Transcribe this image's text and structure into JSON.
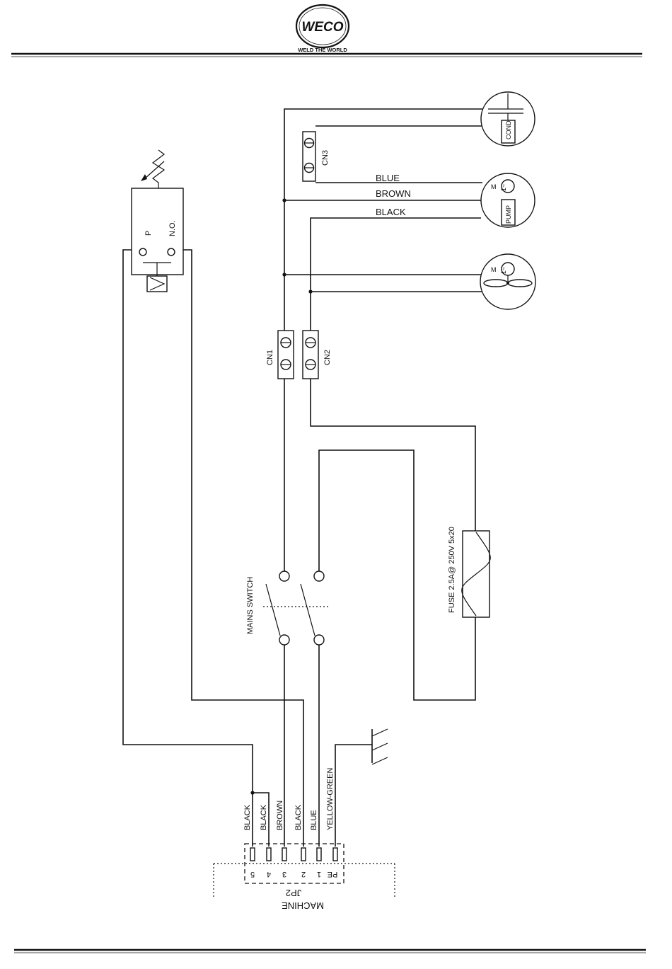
{
  "header": {
    "logo_text": "WECO",
    "tagline": "WELD THE WORLD"
  },
  "components": {
    "condenser_label": "COND",
    "pump_label": "PUMP",
    "motor_symbol": "M",
    "motor_phase_symbol": "1~",
    "cn3_label": "CN3",
    "cn1_label": "CN1",
    "cn2_label": "CN2",
    "pressure_switch_p": "P",
    "pressure_switch_no": "N.O.",
    "mains_switch_label": "MAINS SWITCH",
    "fuse_label": "FUSE 2.5A@ 250V 5x20"
  },
  "wires": {
    "blue": "BLUE",
    "brown": "BROWN",
    "black": "BLACK"
  },
  "connector": {
    "name": "JP2",
    "machine_label": "MACHINE",
    "wire_colors": [
      "BLACK",
      "BLACK",
      "BROWN",
      "BLACK",
      "BLUE",
      "YELLOW-GREEN"
    ],
    "pins": [
      "5",
      "4",
      "3",
      "2",
      "1",
      "PE"
    ]
  }
}
